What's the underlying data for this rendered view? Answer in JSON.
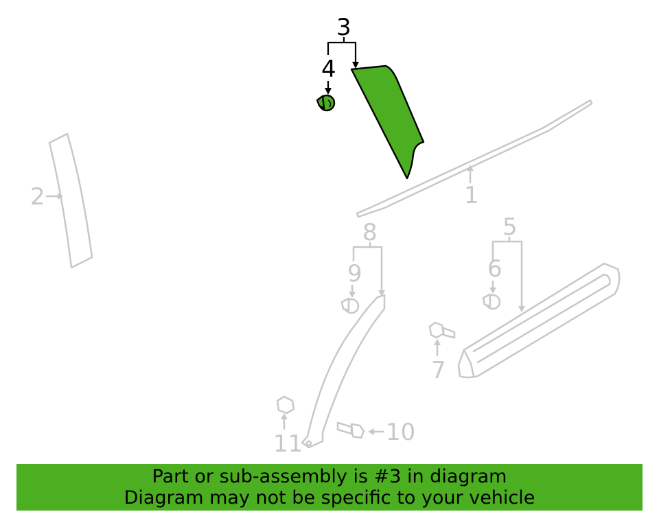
{
  "diagram": {
    "callouts": {
      "c1": "1",
      "c2": "2",
      "c3": "3",
      "c4": "4",
      "c5": "5",
      "c6": "6",
      "c7": "7",
      "c8": "8",
      "c9": "9",
      "c10": "10",
      "c11": "11"
    },
    "highlight_part": "3",
    "colors": {
      "highlight": "#4caf22",
      "inactive": "#c8c8c8",
      "active_line": "#000000"
    }
  },
  "banner": {
    "line1": "Part or sub-assembly is #3 in diagram",
    "line2": "Diagram may not be specific to your vehicle"
  }
}
